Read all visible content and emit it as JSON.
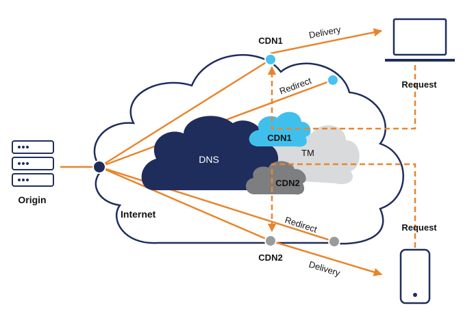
{
  "labels": {
    "origin": "Origin",
    "internet": "Internet",
    "dns": "DNS",
    "tm": "TM",
    "cdn1_node": "CDN1",
    "cdn2_node": "CDN2",
    "cdn1_cloud": "CDN1",
    "cdn2_cloud": "CDN2",
    "delivery_top": "Delivery",
    "delivery_bottom": "Delivery",
    "redirect_top": "Redirect",
    "redirect_bottom": "Redirect",
    "request_top": "Request",
    "request_bottom": "Request"
  },
  "colors": {
    "arrow": "#e8852c",
    "navy": "#1f2d5c",
    "cloud_outline": "#1f2d5c",
    "cdn1_blue": "#3fc0ec",
    "cdn1_node_blue": "#48c3ef",
    "tm_gray": "#d9dadc",
    "cdn2_gray": "#7d7e80",
    "cdn2_node_gray": "#9a9b9d",
    "text_dark": "#111111",
    "text_white": "#ffffff"
  },
  "icons": {
    "origin": "server-stack-icon",
    "laptop": "laptop-icon",
    "phone": "smartphone-icon"
  }
}
